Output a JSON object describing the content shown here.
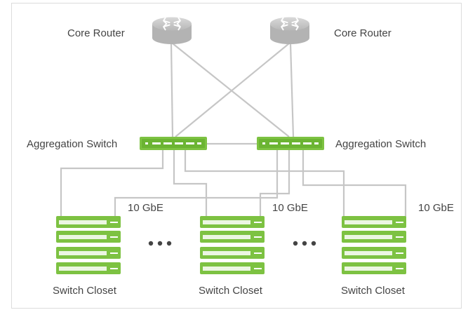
{
  "nodes": {
    "core_router_left": "Core Router",
    "core_router_right": "Core Router",
    "agg_switch_left": "Aggregation Switch",
    "agg_switch_right": "Aggregation Switch",
    "closet_1": "Switch Closet",
    "closet_2": "Switch Closet",
    "closet_3": "Switch Closet"
  },
  "links": {
    "speed_1": "10 GbE",
    "speed_2": "10 GbE",
    "speed_3": "10 GbE"
  },
  "ellipsis": "• • •",
  "colors": {
    "switch_green": "#7dc242",
    "switch_dark": "#5a9e2a",
    "router_gray": "#c8c8c8",
    "line_gray": "#c6c6c6",
    "text": "#444444"
  }
}
